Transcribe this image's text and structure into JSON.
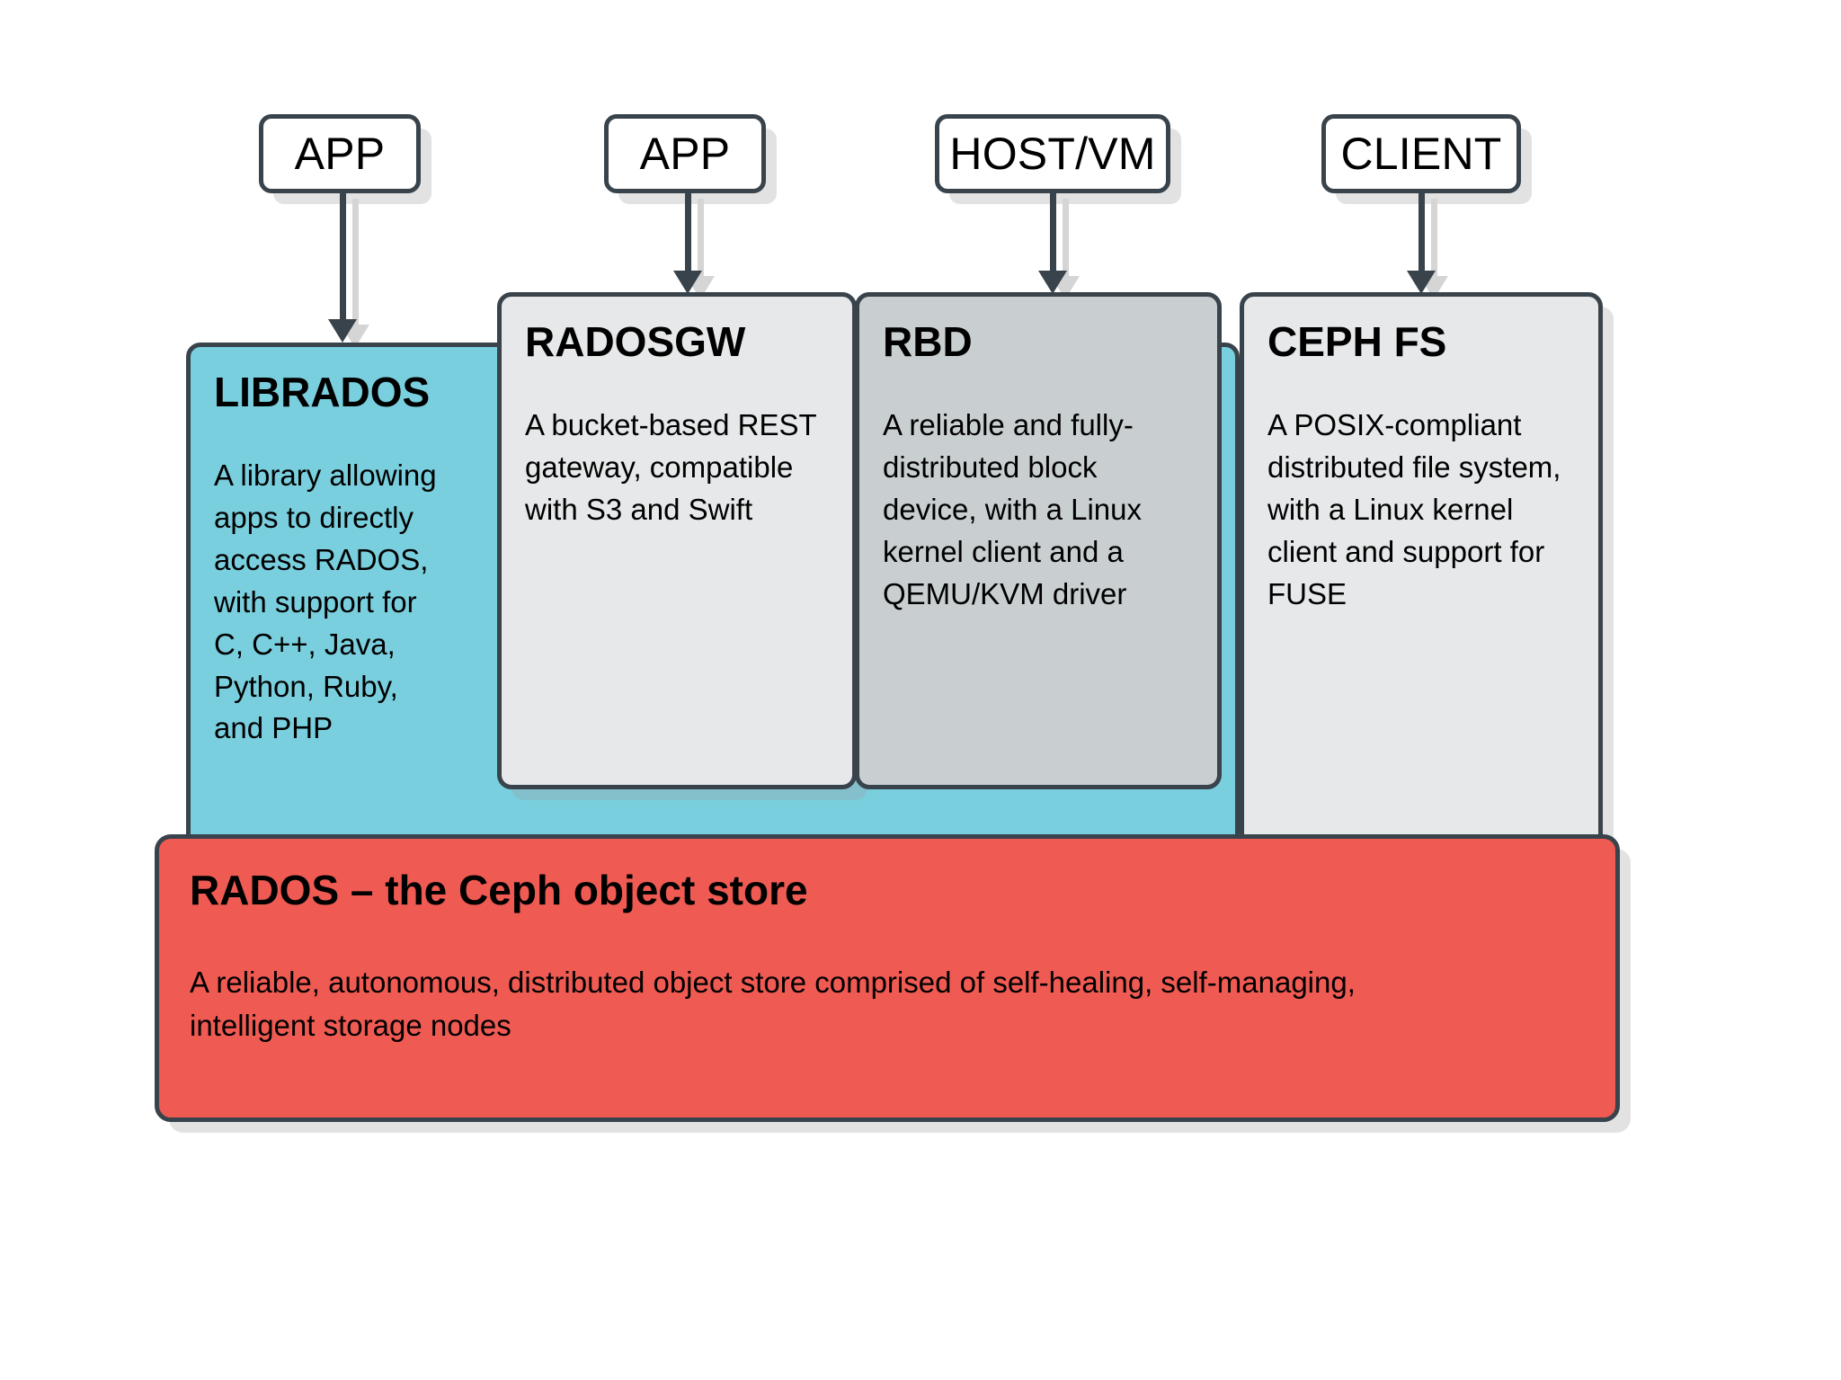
{
  "diagram": {
    "title": "Ceph architecture stack",
    "colors": {
      "librados_fill": "#79cfde",
      "radosgw_fill": "#e6e8e9",
      "rbd_fill": "#c9cfd1",
      "cephfs_fill": "#e6e8e9",
      "rados_fill": "#ef5a53",
      "border": "#39434b",
      "shadow": "#d5d5d5",
      "page_background": "#ffffff"
    }
  },
  "top_boxes": [
    {
      "label": "APP"
    },
    {
      "label": "APP"
    },
    {
      "label": "HOST/VM"
    },
    {
      "label": "CLIENT"
    }
  ],
  "arrows": [
    {
      "from": "APP",
      "to": "LIBRADOS"
    },
    {
      "from": "APP",
      "to": "RADOSGW"
    },
    {
      "from": "HOST/VM",
      "to": "RBD"
    },
    {
      "from": "CLIENT",
      "to": "CEPH FS"
    }
  ],
  "panels": [
    {
      "id": "librados",
      "title": "LIBRADOS",
      "description": "A library allowing\napps to directly\naccess RADOS,\nwith support for\nC, C++, Java,\nPython, Ruby,\nand PHP"
    },
    {
      "id": "radosgw",
      "title": "RADOSGW",
      "description": "A bucket-based REST\ngateway, compatible\nwith S3 and Swift"
    },
    {
      "id": "rbd",
      "title": "RBD",
      "description": "A reliable and fully-\ndistributed block\ndevice, with a Linux\nkernel client and a\nQEMU/KVM driver"
    },
    {
      "id": "cephfs",
      "title": "CEPH FS",
      "description": "A POSIX-compliant\ndistributed file system,\nwith a Linux kernel\nclient and support for\nFUSE"
    }
  ],
  "foundation": {
    "title": "RADOS – the Ceph object store",
    "description": "A reliable, autonomous, distributed object store comprised of self-healing, self-managing,\nintelligent storage nodes"
  }
}
